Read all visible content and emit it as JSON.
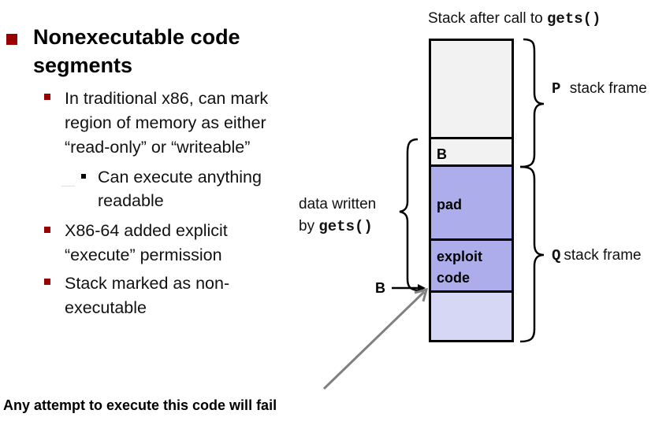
{
  "slide": {
    "main_bullet": {
      "title_line1": "Nonexecutable code",
      "title_line2": "segments"
    },
    "sub_bullets": [
      {
        "lines": [
          "In traditional x86, can mark",
          "region of memory as either",
          "“read-only” or “writeable”"
        ],
        "children": [
          {
            "lines": [
              "Can execute anything",
              "readable"
            ]
          }
        ]
      },
      {
        "lines": [
          "X86-64 added  explicit",
          "“execute” permission"
        ]
      },
      {
        "lines": [
          "Stack marked as non-",
          "executable"
        ]
      }
    ],
    "footer_note": "Any attempt to execute this code will fail"
  },
  "diagram": {
    "heading_prefix": "Stack after call to ",
    "heading_code": "gets()",
    "cells": [
      {
        "label": "",
        "color": "#f2f2f2"
      },
      {
        "label": "B",
        "color": "#f2f2f2"
      },
      {
        "label": "pad",
        "color": "#adadeb"
      },
      {
        "label_line1": "exploit",
        "label_line2": "code",
        "color": "#adadeb"
      },
      {
        "label": "",
        "color": "#d6d6f5"
      }
    ],
    "p_frame": {
      "code": "P",
      "text": "stack frame"
    },
    "q_frame": {
      "code": "Q",
      "text": "stack frame"
    },
    "data_written": {
      "line1": "data written",
      "line2_prefix": "by ",
      "line2_code": "gets()"
    },
    "pointer_label": "B"
  },
  "colors": {
    "bullet_accent": "#990000",
    "arrow_gray": "#808080"
  }
}
